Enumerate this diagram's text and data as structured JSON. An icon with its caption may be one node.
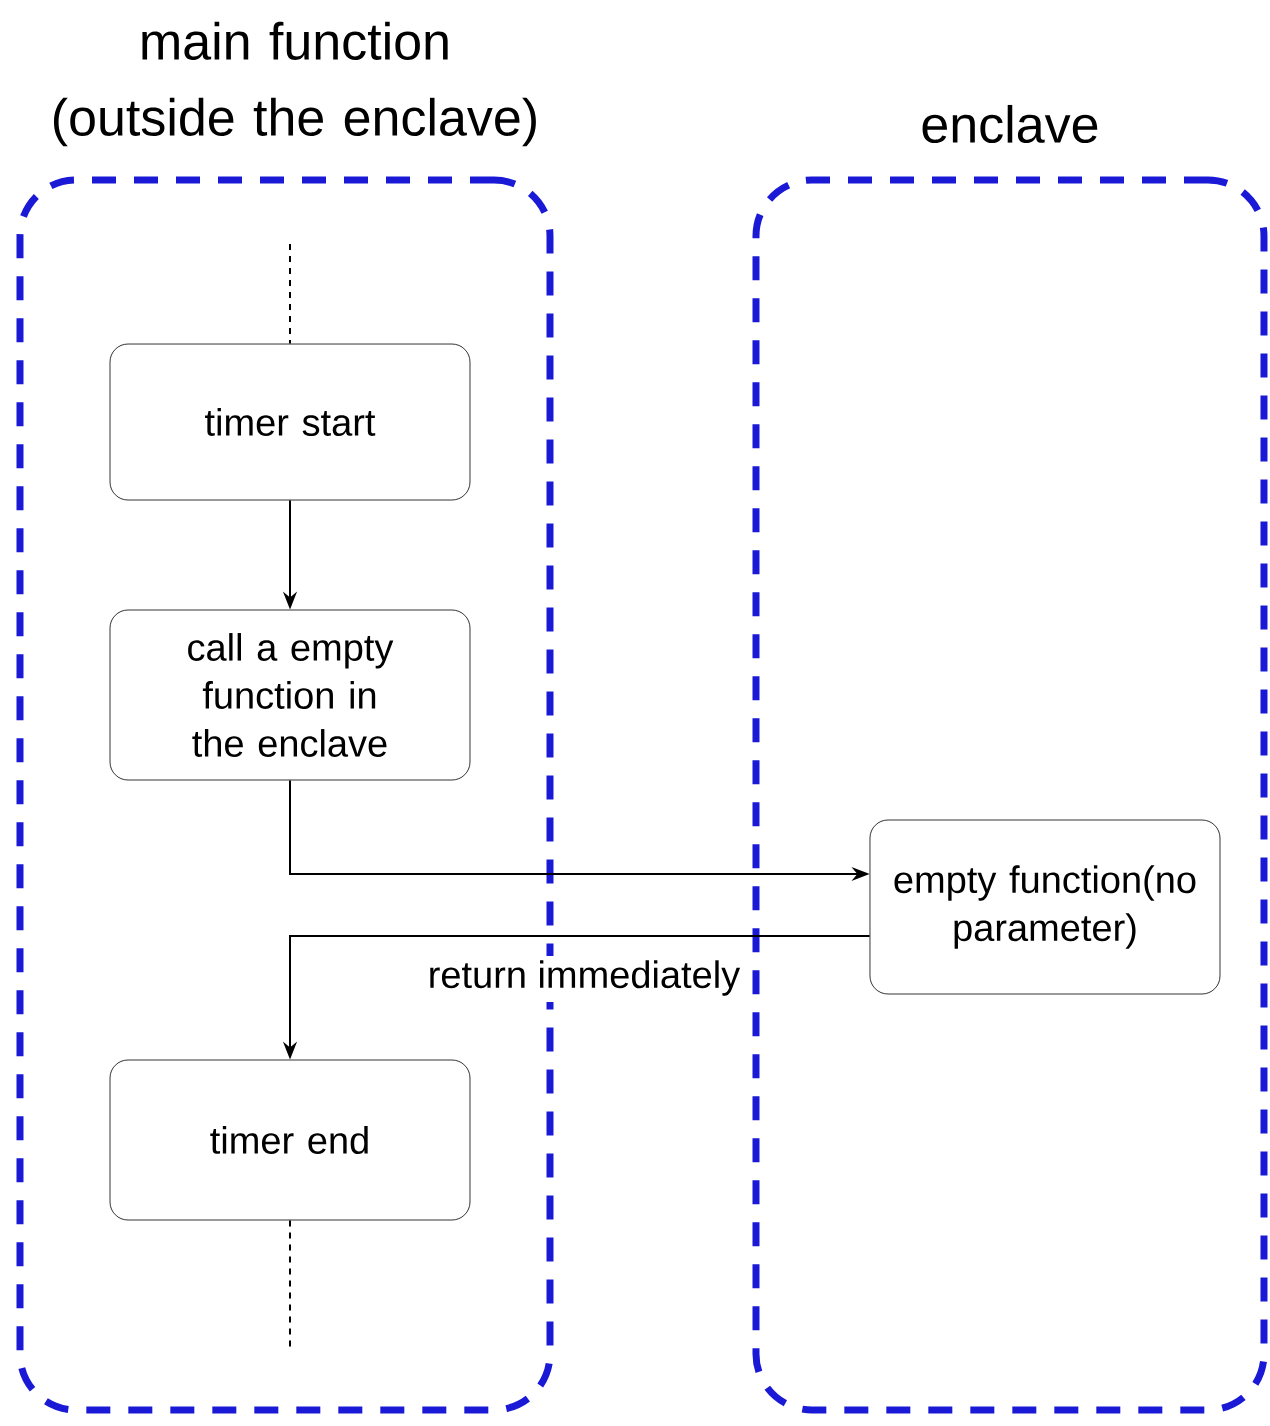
{
  "diagram": {
    "nodes": [
      {
        "text": [
          "main function (outside the enclave)"
        ]
      },
      {
        "text": [
          "enclave"
        ]
      },
      {
        "text": [
          "timer start"
        ],
        "in": 0
      },
      {
        "text": [
          "call a empty function in the enclave"
        ],
        "in": 0
      },
      {
        "text": [
          "empty function(no parameter)"
        ],
        "in": 1
      },
      {
        "text": [
          "timer end"
        ],
        "in": 0
      }
    ],
    "edges": [
      {
        "from": null,
        "to": 2,
        "arrow": "none",
        "style": "dashed"
      },
      {
        "from": 2,
        "to": 3,
        "arrow": "to"
      },
      {
        "from": 3,
        "to": 4,
        "arrow": "to"
      },
      {
        "from": 4,
        "to": 5,
        "arrow": "to",
        "label": "return immediately"
      },
      {
        "from": 5,
        "to": null,
        "arrow": "none",
        "style": "dashed"
      }
    ]
  }
}
